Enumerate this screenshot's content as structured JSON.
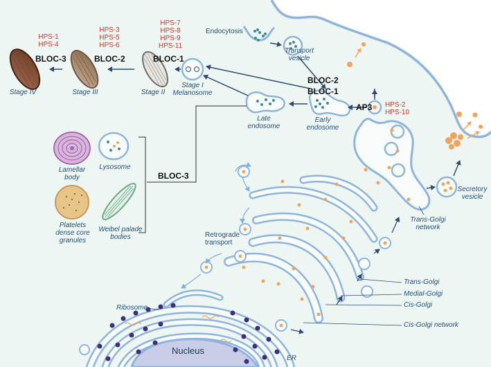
{
  "colors": {
    "cytoplasm": "#eef6f3",
    "membrane": "#8fb4dc",
    "membrane_dark": "#6e96c6",
    "label_blue": "#1f4e79",
    "label_red": "#c8352a",
    "arrow": "#2d4a6e",
    "arrow_light": "#7fb0e0",
    "cargo": "#e89a6a",
    "nucleus": "#c9cde8",
    "ribosome": "#3b2f7a"
  },
  "labels": {
    "endocytosis": "Endocytosis",
    "transport_vesicle": [
      "Transport",
      "vesicle"
    ],
    "early_endosome": [
      "Early",
      "endosome"
    ],
    "late_endosome": [
      "Late",
      "endosome"
    ],
    "stage1": [
      "Stage I",
      "Melanosome"
    ],
    "stage2": "Stage II",
    "stage3": "Stage III",
    "stage4": "Stage IV",
    "lamellar": [
      "Lamellar",
      "body"
    ],
    "lysosome": "Lysosome",
    "platelets": [
      "Platelets",
      "dense core",
      "granules"
    ],
    "weibel": [
      "Weibel palade",
      "bodies"
    ],
    "retrograde": [
      "Retrograde",
      "transport"
    ],
    "secretory": [
      "Secretory",
      "vesicle"
    ],
    "tgn": [
      "Trans-Golgi",
      "network"
    ],
    "trans_golgi": "Trans-Golgi",
    "medial_golgi": "Medial-Golgi",
    "cis_golgi": "Cis-Golgi",
    "cis_golgi_network": "Cis-Golgi network",
    "ribosome": "Ribosome",
    "nucleus": "Nucleus",
    "er": "ER"
  },
  "complexes": {
    "bloc3_top": "BLOC-3",
    "bloc2_top": "BLOC-2",
    "bloc1_top": "BLOC-1",
    "bloc2_mid": "BLOC-2",
    "bloc1_mid": "BLOC-1",
    "ap3": "AP3",
    "bloc3_left": "BLOC-3"
  },
  "hps": {
    "bloc3": [
      "HPS-1",
      "HPS-4"
    ],
    "bloc2": [
      "HPS-3",
      "HPS-5",
      "HPS-6"
    ],
    "bloc1": [
      "HPS-7",
      "HPS-8",
      "HPS-9",
      "HPS-11"
    ],
    "ap3": [
      "HPS-2",
      "HPS-10"
    ]
  }
}
